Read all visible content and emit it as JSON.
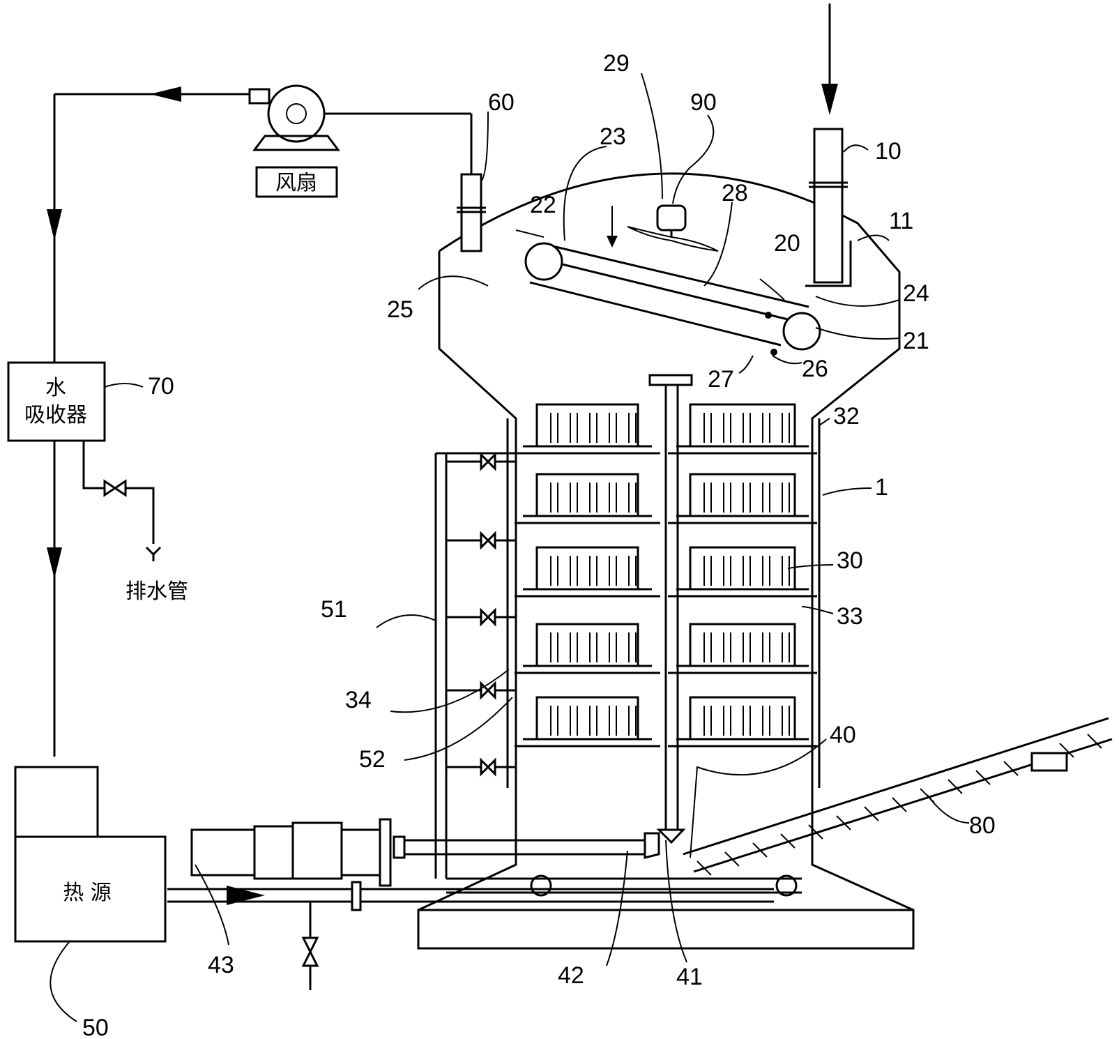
{
  "labels": {
    "l1": "1",
    "l10": "10",
    "l11": "11",
    "l20": "20",
    "l21": "21",
    "l22": "22",
    "l23": "23",
    "l24": "24",
    "l25": "25",
    "l26": "26",
    "l27": "27",
    "l28": "28",
    "l29": "29",
    "l30": "30",
    "l32": "32",
    "l33": "33",
    "l34": "34",
    "l40": "40",
    "l41": "41",
    "l42": "42",
    "l43": "43",
    "l50": "50",
    "l51": "51",
    "l52": "52",
    "l60": "60",
    "l70": "70",
    "l80": "80",
    "l90": "90"
  },
  "boxes": {
    "fan": "风扇",
    "absorber_line1": "水",
    "absorber_line2": "吸收器",
    "heat_source": "热  源",
    "drain": "排水管"
  }
}
